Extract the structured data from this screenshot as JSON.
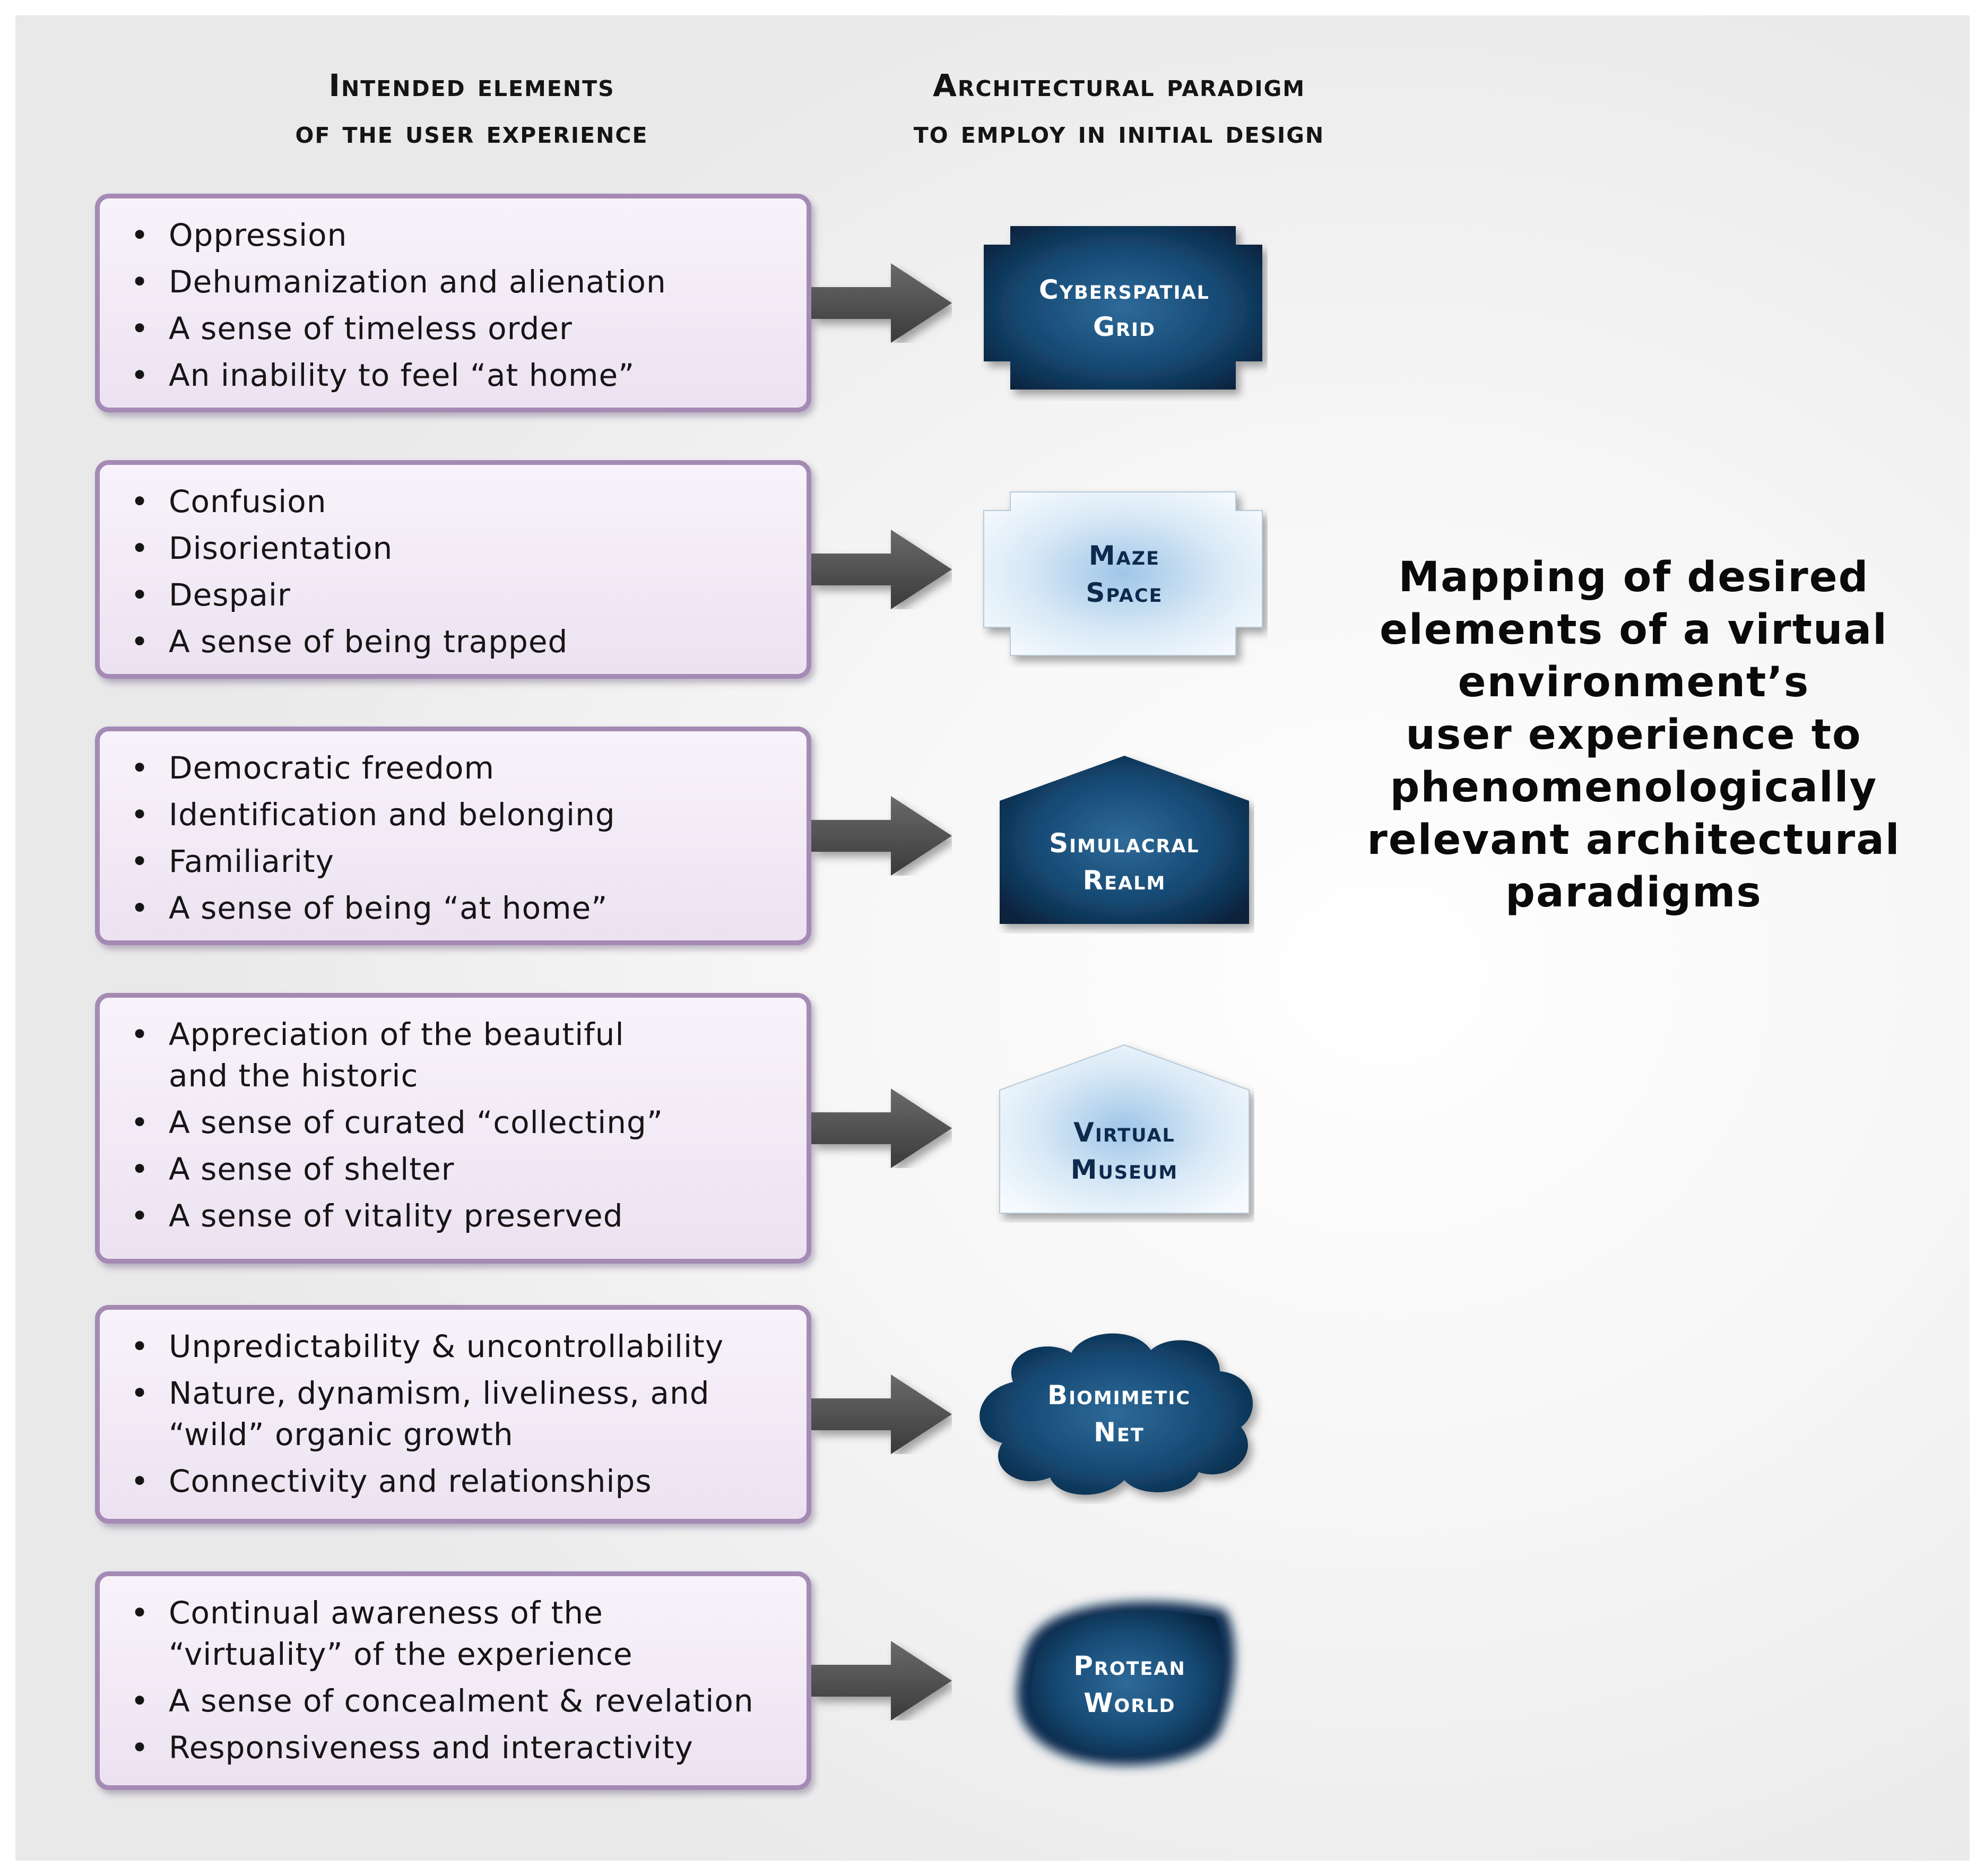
{
  "headers": {
    "left": [
      "Intended elements",
      "of the user experience"
    ],
    "right": [
      "Architectural paradigm",
      "to employ in initial design"
    ]
  },
  "rows": [
    {
      "items": [
        "Oppression",
        "Dehumanization and alienation",
        "A sense of timeless order",
        "An inability to feel “at home”"
      ],
      "paradigm": {
        "line1": "Cyberspatial",
        "line2": "Grid",
        "shape": "notched-rectangle",
        "style": "dark"
      }
    },
    {
      "items": [
        "Confusion",
        "Disorientation",
        "Despair",
        "A sense of being trapped"
      ],
      "paradigm": {
        "line1": "Maze",
        "line2": "Space",
        "shape": "notched-rectangle",
        "style": "light"
      }
    },
    {
      "items": [
        "Democratic freedom",
        "Identification and belonging",
        "Familiarity",
        "A sense of being “at home”"
      ],
      "paradigm": {
        "line1": "Simulacral",
        "line2": "Realm",
        "shape": "house",
        "style": "dark"
      }
    },
    {
      "items": [
        "Appreciation of the beautiful\nand the historic",
        "A sense of curated “collecting”",
        "A sense of shelter",
        "A sense of vitality preserved"
      ],
      "paradigm": {
        "line1": "Virtual",
        "line2": "Museum",
        "shape": "house",
        "style": "light"
      }
    },
    {
      "items": [
        "Unpredictability & uncontrollability",
        "Nature, dynamism, liveliness, and\n“wild” organic growth",
        "Connectivity and relationships"
      ],
      "paradigm": {
        "line1": "Biomimetic",
        "line2": "Net",
        "shape": "cloud",
        "style": "dark"
      }
    },
    {
      "items": [
        "Continual awareness of the\n“virtuality” of the experience",
        "A sense of concealment & revelation",
        "Responsiveness and interactivity"
      ],
      "paradigm": {
        "line1": "Protean",
        "line2": "World",
        "shape": "blob",
        "style": "dark"
      }
    }
  ],
  "title_lines": [
    "Mapping of desired",
    "elements of a virtual",
    "environment’s",
    "user experience to",
    "phenomenologically",
    "relevant architectural",
    "paradigms"
  ],
  "colors": {
    "box_border": "#a48ab5",
    "box_fill": "#f3ecf6",
    "arrow": "#555555",
    "shape_dark": "#0e3a5e",
    "shape_light": "#cfe3f3",
    "label_dark_text": "#0d2a4d"
  }
}
